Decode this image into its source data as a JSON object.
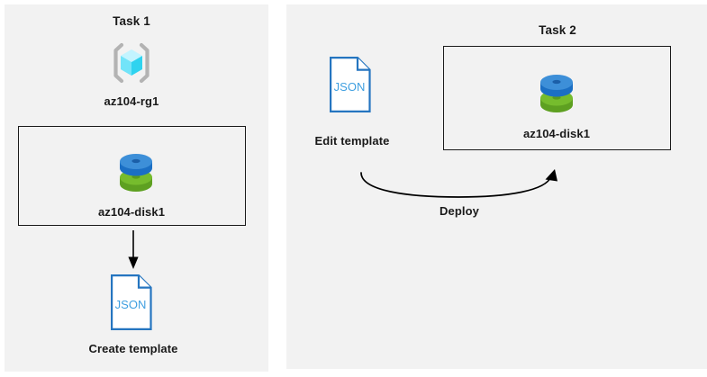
{
  "diagram": {
    "title": "Azure resource template tasks diagram",
    "background_color": "#ffffff",
    "panel_color": "#f2f2f2",
    "outline_color": "#1a1a1a"
  },
  "panels": [
    {
      "id": "left",
      "task_title": "Task 1",
      "resource_group": {
        "icon": "azure-resource-group-icon",
        "label": "az104-rg1",
        "color": "#50e6ff"
      },
      "box": {
        "disk": {
          "icon": "azure-managed-disk-icon",
          "label": "az104-disk1",
          "top_color": "#3d8fd8",
          "bottom_color": "#76bc2d"
        }
      },
      "arrow": {
        "icon": "arrow-down-icon",
        "direction": "down",
        "color": "#000000"
      },
      "template": {
        "icon": "json-document-icon",
        "doc_text": "JSON",
        "label": "Create template",
        "color": "#2575c0"
      }
    },
    {
      "id": "right",
      "task_title": "Task 2",
      "template": {
        "icon": "json-document-icon",
        "doc_text": "JSON",
        "label": "Edit template",
        "color": "#2575c0"
      },
      "box": {
        "disk": {
          "icon": "azure-managed-disk-icon",
          "label": "az104-disk1",
          "top_color": "#3d8fd8",
          "bottom_color": "#76bc2d"
        }
      },
      "arrow": {
        "icon": "curved-arrow-right-icon",
        "direction": "right",
        "label": "Deploy",
        "color": "#000000"
      }
    }
  ]
}
